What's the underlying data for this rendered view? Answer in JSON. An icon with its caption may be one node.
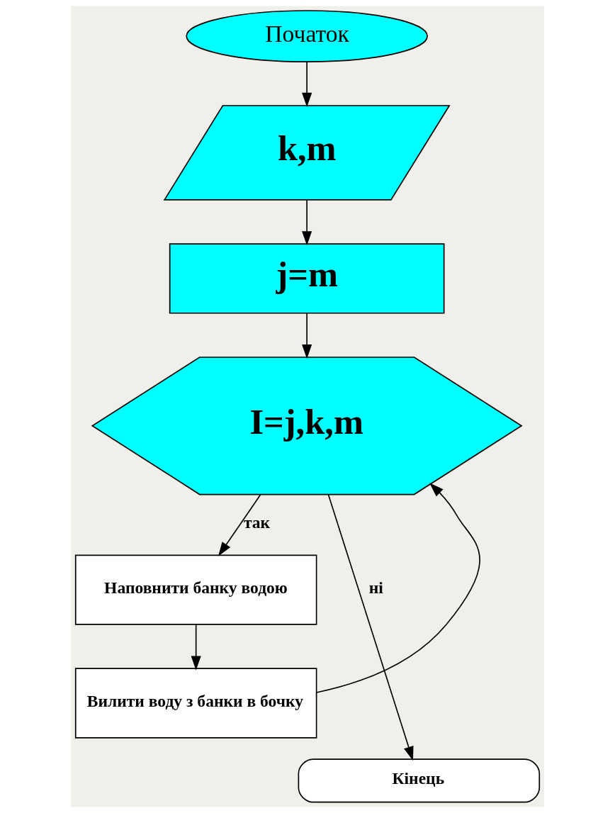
{
  "diagram": {
    "nodes": [
      {
        "text": [
          "Початок"
        ]
      },
      {
        "text": [
          "k,m"
        ]
      },
      {
        "text": [
          "j=m"
        ]
      },
      {
        "text": [
          "I=j,k,m"
        ]
      },
      {
        "text": [
          "Наповнити банку водою"
        ]
      },
      {
        "text": [
          "Вилити воду з банки в бочку"
        ]
      },
      {
        "text": [
          "Кінець"
        ]
      }
    ],
    "edges": [
      {
        "from": 0,
        "to": 1,
        "arrow": "to"
      },
      {
        "from": 1,
        "to": 2,
        "arrow": "to"
      },
      {
        "from": 2,
        "to": 3,
        "arrow": "to"
      },
      {
        "from": 3,
        "to": 4,
        "arrow": "to",
        "label": "так"
      },
      {
        "from": 4,
        "to": 5,
        "arrow": "to"
      },
      {
        "from": 5,
        "to": 3,
        "arrow": "to"
      },
      {
        "from": 3,
        "to": 6,
        "arrow": "to",
        "label": "ні"
      }
    ]
  }
}
